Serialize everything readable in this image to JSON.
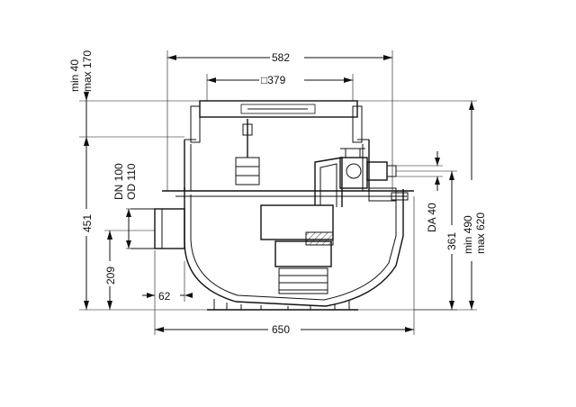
{
  "dimensions": {
    "top_width": "582",
    "cover_square": "□379",
    "bottom_width": "650",
    "inlet_offset": "62",
    "height_overall": "451",
    "inlet_height": "209",
    "outlet_height": "361",
    "extension_min": "min 40",
    "extension_max": "max 170",
    "total_min": "min 490",
    "total_max": "max 620",
    "inlet_dn": "DN 100",
    "inlet_od": "OD 110",
    "outlet_da": "DA 40"
  }
}
